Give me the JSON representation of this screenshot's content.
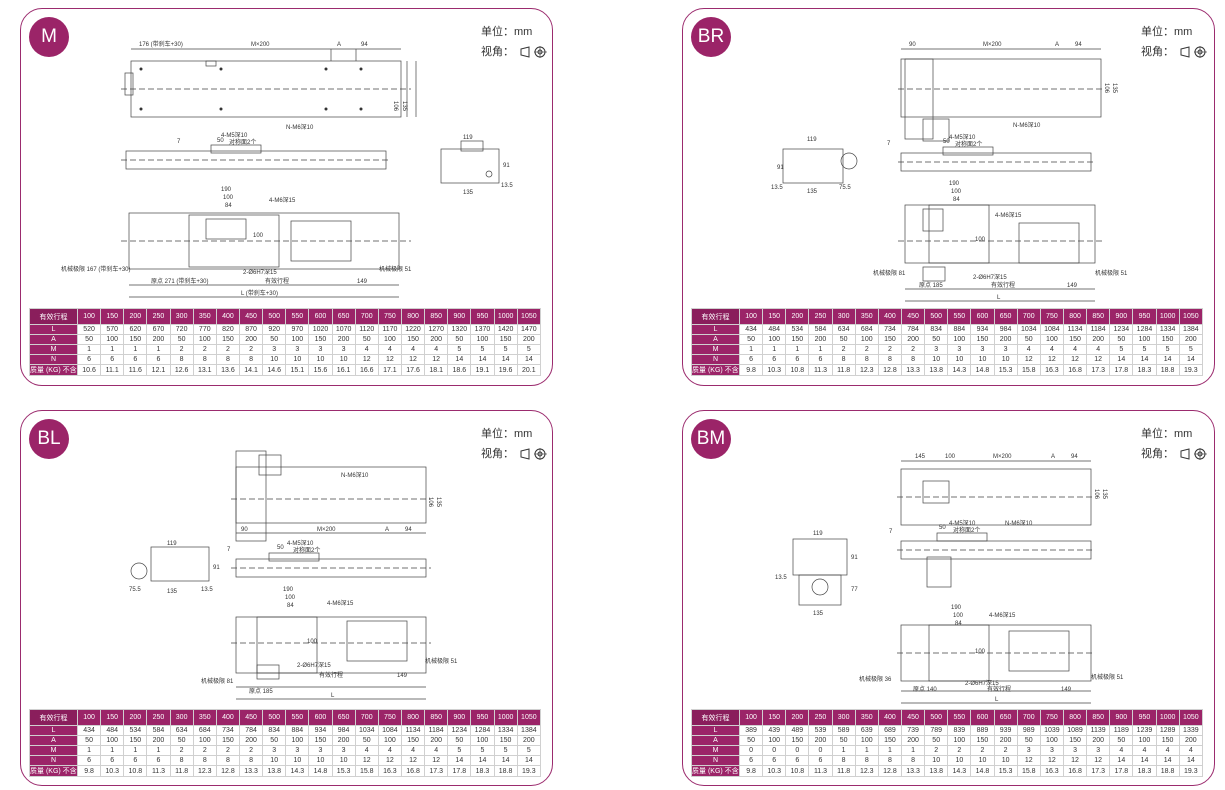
{
  "common": {
    "unit_label": "单位：mm",
    "view_label": "视角：",
    "table_header_label": "有效行程",
    "strokes": [
      "100",
      "150",
      "200",
      "250",
      "300",
      "350",
      "400",
      "450",
      "500",
      "550",
      "600",
      "650",
      "700",
      "750",
      "800",
      "850",
      "900",
      "950",
      "1000",
      "1050"
    ],
    "colors": {
      "accent": "#9b2468",
      "border": "#9b2b6e"
    }
  },
  "panels": [
    {
      "badge": "M",
      "labels": {
        "dim_a": "176 (带刹车+30)",
        "dim_b": "M×200",
        "dim_c": "A",
        "dim_d": "94",
        "h1": "106",
        "h2": "135",
        "tap1": "4-M5深10",
        "tap1b": "对称面2个",
        "n_tap": "N-M6深10",
        "w50": "50",
        "w7": "7",
        "s119": "119",
        "s135": "135",
        "s135b": "13.5",
        "s91": "91",
        "w190": "190",
        "w100": "100",
        "w84": "84",
        "tap2": "4-M6深15",
        "h100": "100",
        "pin": "2-Ø6H7深15",
        "lim_left": "机械极限 167 (带刹车+30)",
        "lim_right": "机械极限 51",
        "origin": "原点 271 (带刹车+30)",
        "stroke": "有效行程",
        "d149": "149",
        "total": "L (带刹车+30)"
      },
      "rows": [
        {
          "label": "L",
          "values": [
            "520",
            "570",
            "620",
            "670",
            "720",
            "770",
            "820",
            "870",
            "920",
            "970",
            "1020",
            "1070",
            "1120",
            "1170",
            "1220",
            "1270",
            "1320",
            "1370",
            "1420",
            "1470"
          ]
        },
        {
          "label": "A",
          "values": [
            "50",
            "100",
            "150",
            "200",
            "50",
            "100",
            "150",
            "200",
            "50",
            "100",
            "150",
            "200",
            "50",
            "100",
            "150",
            "200",
            "50",
            "100",
            "150",
            "200"
          ]
        },
        {
          "label": "M",
          "values": [
            "1",
            "1",
            "1",
            "1",
            "2",
            "2",
            "2",
            "2",
            "3",
            "3",
            "3",
            "3",
            "4",
            "4",
            "4",
            "4",
            "5",
            "5",
            "5",
            "5"
          ]
        },
        {
          "label": "N",
          "values": [
            "6",
            "6",
            "6",
            "6",
            "8",
            "8",
            "8",
            "8",
            "10",
            "10",
            "10",
            "10",
            "12",
            "12",
            "12",
            "12",
            "14",
            "14",
            "14",
            "14"
          ]
        },
        {
          "label": "质量 (KG) 不含电机",
          "values": [
            "10.6",
            "11.1",
            "11.6",
            "12.1",
            "12.6",
            "13.1",
            "13.6",
            "14.1",
            "14.6",
            "15.1",
            "15.6",
            "16.1",
            "16.6",
            "17.1",
            "17.6",
            "18.1",
            "18.6",
            "19.1",
            "19.6",
            "20.1"
          ]
        }
      ]
    },
    {
      "badge": "BR",
      "labels": {
        "dim_a": "90",
        "dim_b": "M×200",
        "dim_c": "A",
        "dim_d": "94",
        "h1": "106",
        "h2": "135",
        "tap1": "4-M5深10",
        "tap1b": "对称面2个",
        "n_tap": "N-M6深10",
        "w50": "50",
        "w7": "7",
        "s119": "119",
        "s135": "135",
        "s135b": "13.5",
        "s91": "91",
        "s755": "75.5",
        "w190": "190",
        "w100": "100",
        "w84": "84",
        "tap2": "4-M6深15",
        "h100": "100",
        "pin": "2-Ø6H7深15",
        "lim_left": "机械极限 81",
        "lim_right": "机械极限 51",
        "origin": "原点 185",
        "stroke": "有效行程",
        "d149": "149",
        "total": "L"
      },
      "rows": [
        {
          "label": "L",
          "values": [
            "434",
            "484",
            "534",
            "584",
            "634",
            "684",
            "734",
            "784",
            "834",
            "884",
            "934",
            "984",
            "1034",
            "1084",
            "1134",
            "1184",
            "1234",
            "1284",
            "1334",
            "1384"
          ]
        },
        {
          "label": "A",
          "values": [
            "50",
            "100",
            "150",
            "200",
            "50",
            "100",
            "150",
            "200",
            "50",
            "100",
            "150",
            "200",
            "50",
            "100",
            "150",
            "200",
            "50",
            "100",
            "150",
            "200"
          ]
        },
        {
          "label": "M",
          "values": [
            "1",
            "1",
            "1",
            "1",
            "2",
            "2",
            "2",
            "2",
            "3",
            "3",
            "3",
            "3",
            "4",
            "4",
            "4",
            "4",
            "5",
            "5",
            "5",
            "5"
          ]
        },
        {
          "label": "N",
          "values": [
            "6",
            "6",
            "6",
            "6",
            "8",
            "8",
            "8",
            "8",
            "10",
            "10",
            "10",
            "10",
            "12",
            "12",
            "12",
            "12",
            "14",
            "14",
            "14",
            "14"
          ]
        },
        {
          "label": "质量 (KG) 不含电机",
          "values": [
            "9.8",
            "10.3",
            "10.8",
            "11.3",
            "11.8",
            "12.3",
            "12.8",
            "13.3",
            "13.8",
            "14.3",
            "14.8",
            "15.3",
            "15.8",
            "16.3",
            "16.8",
            "17.3",
            "17.8",
            "18.3",
            "18.8",
            "19.3"
          ]
        }
      ]
    },
    {
      "badge": "BL",
      "labels": {
        "dim_a": "90",
        "dim_b": "M×200",
        "dim_c": "A",
        "dim_d": "94",
        "h1": "106",
        "h2": "135",
        "tap1": "4-M5深10",
        "tap1b": "对称面2个",
        "n_tap": "N-M6深10",
        "w50": "50",
        "w7": "7",
        "s119": "119",
        "s135": "135",
        "s135b": "13.5",
        "s91": "91",
        "s755": "75.5",
        "w190": "190",
        "w100": "100",
        "w84": "84",
        "tap2": "4-M6深15",
        "h100": "100",
        "pin": "2-Ø6H7深15",
        "lim_left": "机械极限 81",
        "lim_right": "机械极限 51",
        "origin": "原点 185",
        "stroke": "有效行程",
        "d149": "149",
        "total": "L"
      },
      "rows": [
        {
          "label": "L",
          "values": [
            "434",
            "484",
            "534",
            "584",
            "634",
            "684",
            "734",
            "784",
            "834",
            "884",
            "934",
            "984",
            "1034",
            "1084",
            "1134",
            "1184",
            "1234",
            "1284",
            "1334",
            "1384"
          ]
        },
        {
          "label": "A",
          "values": [
            "50",
            "100",
            "150",
            "200",
            "50",
            "100",
            "150",
            "200",
            "50",
            "100",
            "150",
            "200",
            "50",
            "100",
            "150",
            "200",
            "50",
            "100",
            "150",
            "200"
          ]
        },
        {
          "label": "M",
          "values": [
            "1",
            "1",
            "1",
            "1",
            "2",
            "2",
            "2",
            "2",
            "3",
            "3",
            "3",
            "3",
            "4",
            "4",
            "4",
            "4",
            "5",
            "5",
            "5",
            "5"
          ]
        },
        {
          "label": "N",
          "values": [
            "6",
            "6",
            "6",
            "6",
            "8",
            "8",
            "8",
            "8",
            "10",
            "10",
            "10",
            "10",
            "12",
            "12",
            "12",
            "12",
            "14",
            "14",
            "14",
            "14"
          ]
        },
        {
          "label": "质量 (KG) 不含电机",
          "values": [
            "9.8",
            "10.3",
            "10.8",
            "11.3",
            "11.8",
            "12.3",
            "12.8",
            "13.3",
            "13.8",
            "14.3",
            "14.8",
            "15.3",
            "15.8",
            "16.3",
            "16.8",
            "17.3",
            "17.8",
            "18.3",
            "18.8",
            "19.3"
          ]
        }
      ]
    },
    {
      "badge": "BM",
      "labels": {
        "dim_a": "145",
        "dim_a2": "100",
        "dim_b": "M×200",
        "dim_c": "A",
        "dim_d": "94",
        "h1": "106",
        "h2": "135",
        "tap1": "4-M5深10",
        "tap1b": "对称面2个",
        "n_tap": "N-M6深10",
        "w50": "50",
        "w7": "7",
        "s119": "119",
        "s135": "135",
        "s135b": "13.5",
        "s91": "91",
        "s77": "77",
        "w190": "190",
        "w100": "100",
        "w84": "84",
        "tap2": "4-M6深15",
        "h100": "100",
        "pin": "2-Ø6H7深15",
        "lim_left": "机械极限 36",
        "lim_right": "机械极限 51",
        "origin": "原点 140",
        "stroke": "有效行程",
        "d149": "149",
        "total": "L"
      },
      "rows": [
        {
          "label": "L",
          "values": [
            "389",
            "439",
            "489",
            "539",
            "589",
            "639",
            "689",
            "739",
            "789",
            "839",
            "889",
            "939",
            "989",
            "1039",
            "1089",
            "1139",
            "1189",
            "1239",
            "1289",
            "1339"
          ]
        },
        {
          "label": "A",
          "values": [
            "50",
            "100",
            "150",
            "200",
            "50",
            "100",
            "150",
            "200",
            "50",
            "100",
            "150",
            "200",
            "50",
            "100",
            "150",
            "200",
            "50",
            "100",
            "150",
            "200"
          ]
        },
        {
          "label": "M",
          "values": [
            "0",
            "0",
            "0",
            "0",
            "1",
            "1",
            "1",
            "1",
            "2",
            "2",
            "2",
            "2",
            "3",
            "3",
            "3",
            "3",
            "4",
            "4",
            "4",
            "4"
          ]
        },
        {
          "label": "N",
          "values": [
            "6",
            "6",
            "6",
            "6",
            "8",
            "8",
            "8",
            "8",
            "10",
            "10",
            "10",
            "10",
            "12",
            "12",
            "12",
            "12",
            "14",
            "14",
            "14",
            "14"
          ]
        },
        {
          "label": "质量 (KG) 不含电机",
          "values": [
            "9.8",
            "10.3",
            "10.8",
            "11.3",
            "11.8",
            "12.3",
            "12.8",
            "13.3",
            "13.8",
            "14.3",
            "14.8",
            "15.3",
            "15.8",
            "16.3",
            "16.8",
            "17.3",
            "17.8",
            "18.3",
            "18.8",
            "19.3"
          ]
        }
      ]
    }
  ]
}
